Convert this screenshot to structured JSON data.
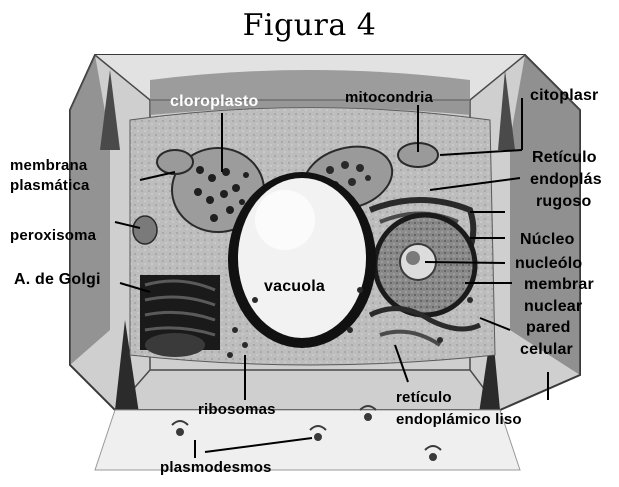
{
  "title": "Figura 4",
  "labels": {
    "cloroplasto": "cloroplasto",
    "mitocondria": "mitocondria",
    "citoplasma": "citoplasr",
    "membrana_plasmatica_1": "membrana",
    "membrana_plasmatica_2": "plasmática",
    "reticulo_rugoso_1": "Retículo",
    "reticulo_rugoso_2": "endoplás",
    "reticulo_rugoso_3": "rugoso",
    "peroxisoma": "peroxisoma",
    "nucleo": "Núcleo",
    "nucleolo": "nucleólo",
    "membrana_nuclear_1": "membrar",
    "membrana_nuclear_2": "nuclear",
    "golgi": "A. de Golgi",
    "vacuola": "vacuola",
    "pared_celular_1": "pared",
    "pared_celular_2": "celular",
    "ribosomas": "ribosomas",
    "reticulo_liso_1": "retículo",
    "reticulo_liso_2": "endoplámico liso",
    "plasmodesmos": "plasmodesmos"
  }
}
